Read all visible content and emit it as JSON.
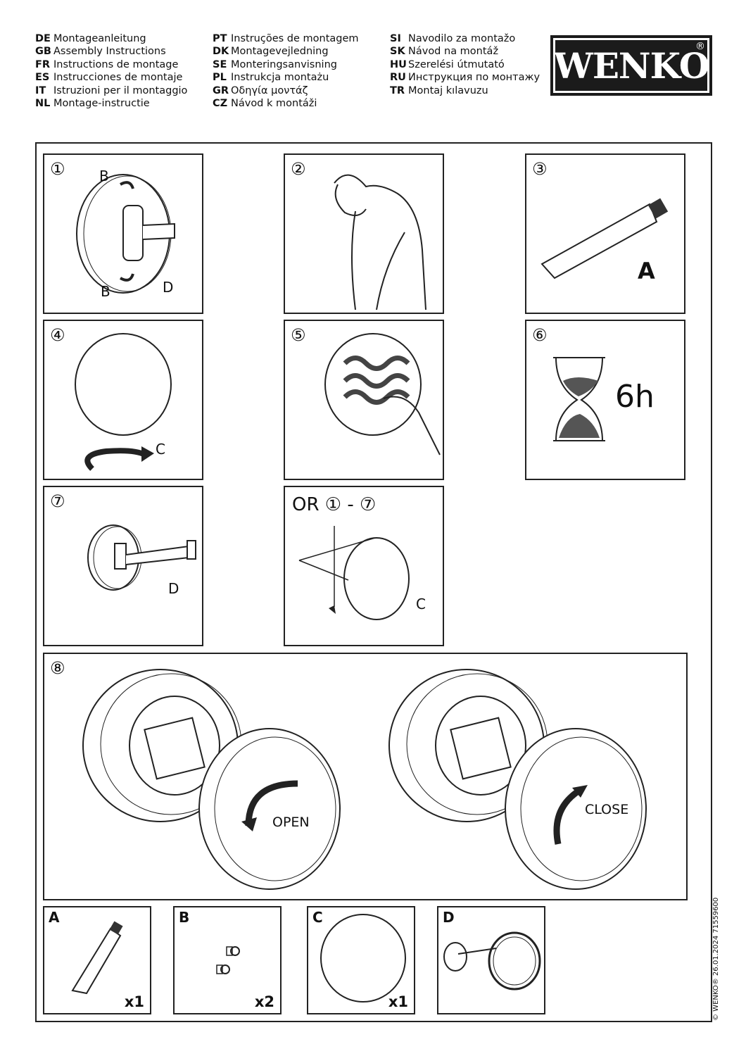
{
  "header": {
    "languages_col1": [
      {
        "code": "DE",
        "text": "Montageanleitung"
      },
      {
        "code": "GB",
        "text": "Assembly Instructions"
      },
      {
        "code": "FR",
        "text": "Instructions de montage"
      },
      {
        "code": "ES",
        "text": "Instrucciones de montaje"
      },
      {
        "code": "IT",
        "text": "Istruzioni per il montaggio"
      },
      {
        "code": "NL",
        "text": "Montage-instructie"
      }
    ],
    "languages_col2": [
      {
        "code": "PT",
        "text": "Instruções de montagem"
      },
      {
        "code": "DK",
        "text": "Montagevejledning"
      },
      {
        "code": "SE",
        "text": "Monteringsanvisning"
      },
      {
        "code": "PL",
        "text": "Instrukcja montażu"
      },
      {
        "code": "GR",
        "text": "Οδηγία μοντάζ"
      },
      {
        "code": "CZ",
        "text": "Návod k montáži"
      }
    ],
    "languages_col3": [
      {
        "code": "SI",
        "text": "Navodilo za montažo"
      },
      {
        "code": "SK",
        "text": "Návod na montáž"
      },
      {
        "code": "HU",
        "text": "Szerelési útmutató"
      },
      {
        "code": "RU",
        "text": "Инструкция по монтажу"
      },
      {
        "code": "TR",
        "text": "Montaj kılavuzu"
      }
    ],
    "logo_text": "WENKO",
    "logo_mark": "®"
  },
  "steps": {
    "s1": {
      "num": "①",
      "label_b_top": "B",
      "label_b_bottom": "B",
      "label_d": "D"
    },
    "s2": {
      "num": "②"
    },
    "s3": {
      "num": "③",
      "label_a": "A"
    },
    "s4": {
      "num": "④",
      "label_c": "C"
    },
    "s5": {
      "num": "⑤"
    },
    "s6": {
      "num": "⑥",
      "time": "6h"
    },
    "s7": {
      "num": "⑦",
      "label_d": "D"
    },
    "s_or": {
      "text": "OR ① - ⑦",
      "label_c": "C"
    },
    "s8": {
      "num": "⑧",
      "open": "OPEN",
      "close": "CLOSE"
    }
  },
  "parts": [
    {
      "label": "A",
      "qty": "x1"
    },
    {
      "label": "B",
      "qty": "x2"
    },
    {
      "label": "C",
      "qty": "x1"
    },
    {
      "label": "D",
      "qty": ""
    }
  ],
  "footer": {
    "text": "© WENKO® 26.01.2024  71559600"
  }
}
